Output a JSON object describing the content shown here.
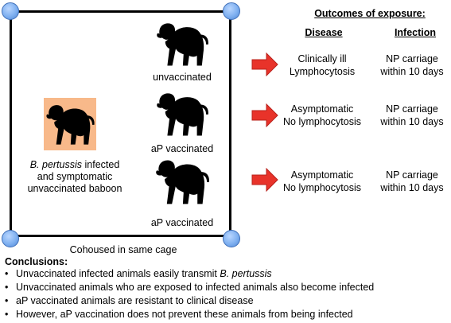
{
  "cage": {
    "caption": "Cohoused in same cage"
  },
  "source_baboon": {
    "label_italic": "B. pertussis",
    "label_rest_line1": " infected",
    "label_line2": "and symptomatic",
    "label_line3": "unvaccinated baboon",
    "highlight_color": "#f8b98a"
  },
  "exposed": [
    {
      "label": "unvaccinated"
    },
    {
      "label": "aP vaccinated"
    },
    {
      "label": "aP vaccinated"
    }
  ],
  "outcomes": {
    "title": "Outcomes of exposure:",
    "disease_header": "Disease",
    "infection_header": "Infection",
    "rows": [
      {
        "disease_line1": "Clinically ill",
        "disease_line2": "Lymphocytosis",
        "infection_line1": "NP carriage",
        "infection_line2": "within 10 days"
      },
      {
        "disease_line1": "Asymptomatic",
        "disease_line2": "No lymphocytosis",
        "infection_line1": "NP carriage",
        "infection_line2": "within 10 days"
      },
      {
        "disease_line1": "Asymptomatic",
        "disease_line2": "No lymphocytosis",
        "infection_line1": "NP carriage",
        "infection_line2": "within 10 days"
      }
    ],
    "arrow_color": "#e8332a"
  },
  "conclusions": {
    "title": "Conclusions:",
    "item1_prefix": "Unvaccinated infected animals easily transmit ",
    "item1_italic": "B. pertussis",
    "item2": "Unvaccinated animals who are exposed to infected animals also become infected",
    "item3": "aP vaccinated animals are resistant to clinical disease",
    "item4": "However, aP vaccination does not prevent these animals from being infected"
  },
  "icons": {
    "baboon": "baboon-silhouette-icon",
    "arrow": "red-arrow-icon",
    "corner": "cage-corner-ball-icon"
  }
}
